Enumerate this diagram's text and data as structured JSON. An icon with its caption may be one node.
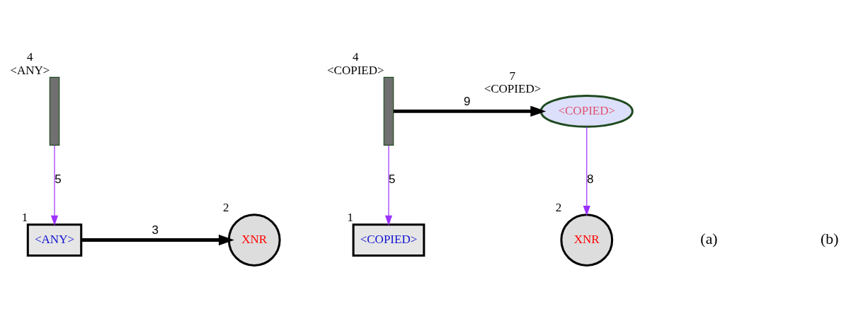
{
  "diagram": {
    "nodes": [
      {
        "text": [],
        "shape": "bar",
        "beside": [
          "4",
          "<ANY>"
        ]
      },
      {
        "text": [
          "<ANY>"
        ],
        "beside": [
          "1"
        ]
      },
      {
        "text": [
          "XNR"
        ],
        "beside": [
          "2"
        ]
      },
      {
        "text": [],
        "shape": "bar",
        "beside": [
          "4",
          "<COPIED>"
        ]
      },
      {
        "text": [
          "<COPIED>"
        ],
        "beside": [
          "1"
        ]
      },
      {
        "text": [
          "<COPIED>"
        ],
        "beside": [
          "7",
          "<COPIED>"
        ]
      },
      {
        "text": [
          "XNR"
        ],
        "beside": [
          "2"
        ]
      }
    ],
    "edges": [
      {
        "from": 0,
        "to": 1,
        "arrow": "to",
        "label": "5"
      },
      {
        "from": 1,
        "to": 2,
        "arrow": "to",
        "label": "3",
        "style": "thick",
        "color": "#000000"
      },
      {
        "from": 3,
        "to": 4,
        "arrow": "to",
        "label": "5"
      },
      {
        "from": 3,
        "to": 5,
        "arrow": "to",
        "label": "9",
        "style": "thick",
        "color": "#000000"
      },
      {
        "from": 5,
        "to": 6,
        "arrow": "to",
        "label": "8"
      }
    ],
    "labels": [
      "(a)",
      "(b)"
    ]
  }
}
